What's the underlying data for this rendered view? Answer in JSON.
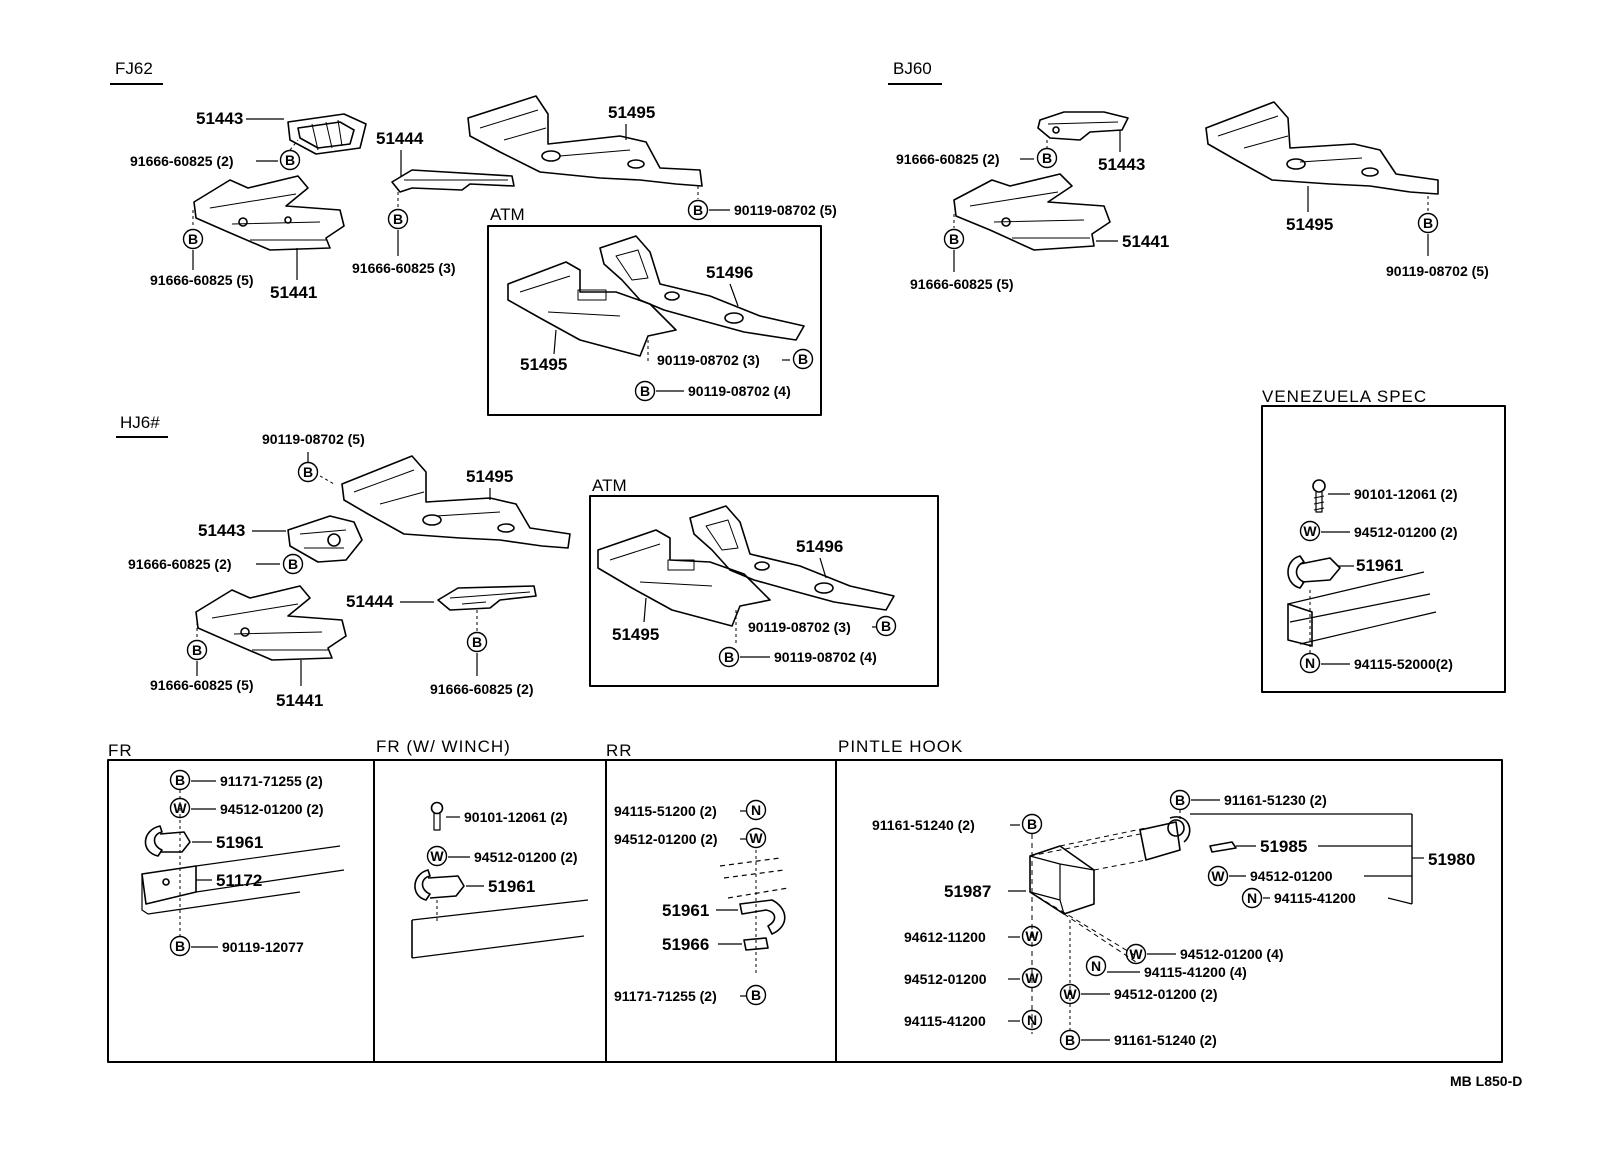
{
  "sections": {
    "fj62": "FJ62",
    "bj60": "BJ60",
    "hj6x": "HJ6#",
    "atm": "ATM",
    "venezuela": "VENEZUELA SPEC",
    "fr": "FR",
    "fr_winch": "FR (W/ WINCH)",
    "rr": "RR",
    "pintle": "PINTLE HOOK"
  },
  "markers": {
    "bolt": "B",
    "washer": "W",
    "nut": "N"
  },
  "fj62": {
    "p51443": "51443",
    "p51444": "51444",
    "p51495": "51495",
    "p51441": "51441",
    "c1": "91666-60825 (2)",
    "c2": "91666-60825 (5)",
    "c3": "91666-60825 (3)",
    "c4": "90119-08702 (5)"
  },
  "atm1": {
    "p51496": "51496",
    "p51495": "51495",
    "c1": "90119-08702 (3)",
    "c2": "90119-08702 (4)"
  },
  "bj60": {
    "p51443": "51443",
    "p51495": "51495",
    "p51441": "51441",
    "c1": "91666-60825 (2)",
    "c2": "91666-60825 (5)",
    "c3": "90119-08702 (5)"
  },
  "hj6x": {
    "c0": "90119-08702 (5)",
    "p51495": "51495",
    "p51443": "51443",
    "p51444": "51444",
    "p51441": "51441",
    "c1": "91666-60825 (2)",
    "c2": "91666-60825 (5)",
    "c3": "91666-60825 (2)"
  },
  "atm2": {
    "p51496": "51496",
    "p51495": "51495",
    "c1": "90119-08702 (3)",
    "c2": "90119-08702 (4)"
  },
  "venezuela": {
    "c1": "90101-12061 (2)",
    "c2": "94512-01200 (2)",
    "p51961": "51961",
    "c3": "94115-52000(2)"
  },
  "fr": {
    "c1": "91171-71255 (2)",
    "c2": "94512-01200 (2)",
    "p51961": "51961",
    "p51172": "51172",
    "c3": "90119-12077"
  },
  "fr_winch": {
    "c1": "90101-12061 (2)",
    "c2": "94512-01200 (2)",
    "p51961": "51961"
  },
  "rr": {
    "c1": "94115-51200 (2)",
    "c2": "94512-01200 (2)",
    "p51961": "51961",
    "p51966": "51966",
    "c3": "91171-71255 (2)"
  },
  "pintle": {
    "c1": "91161-51240 (2)",
    "c2": "91161-51230 (2)",
    "p51985": "51985",
    "p51980": "51980",
    "c3": "94512-01200",
    "c4": "94115-41200",
    "p51987": "51987",
    "c5": "94612-11200",
    "c6": "94512-01200",
    "c7": "94115-41200",
    "c8": "94512-01200 (4)",
    "c9": "94115-41200 (4)",
    "c10": "94512-01200 (2)",
    "c11": "91161-51240 (2)"
  },
  "footer": {
    "code": "MB L850-D"
  }
}
